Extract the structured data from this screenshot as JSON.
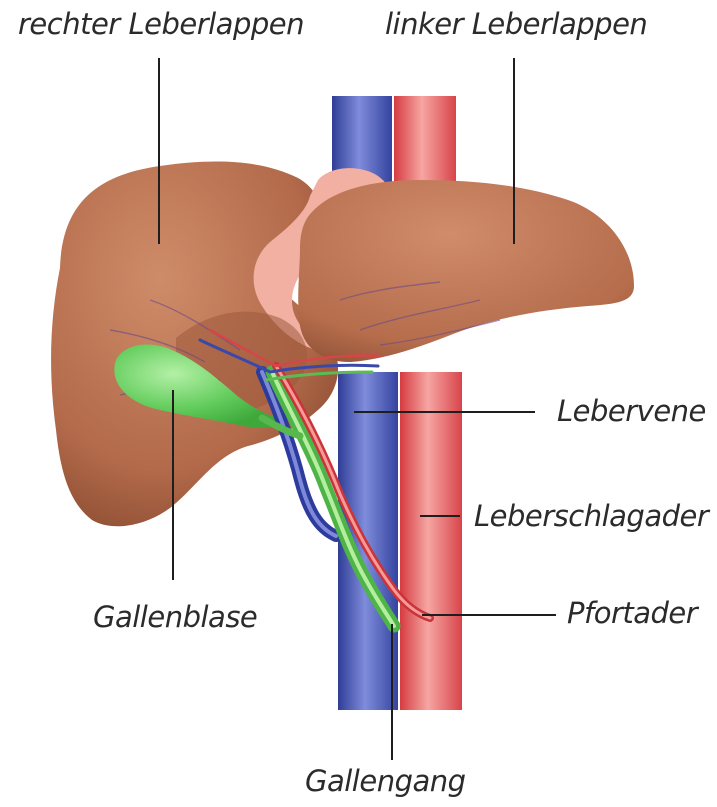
{
  "labels": {
    "right_lobe": "rechter Leberlappen",
    "left_lobe": "linker Leberlappen",
    "hepatic_vein": "Lebervene",
    "hepatic_artery": "Leberschlagader",
    "gallbladder": "Gallenblase",
    "portal_vein": "Pfortader",
    "bile_duct": "Gallengang"
  },
  "colors": {
    "liver": "#b8704f",
    "liver_dark": "#8e4f35",
    "liver_light": "#cf8a68",
    "vena_cava": "#3d4fb0",
    "vena_cava_light": "#7a88d6",
    "aorta": "#e0474a",
    "aorta_light": "#f39a98",
    "gallbladder": "#5ecb5a",
    "gallbladder_light": "#a6e99b",
    "ligament": "#f2b3a4",
    "leader": "#1e1e1e"
  }
}
